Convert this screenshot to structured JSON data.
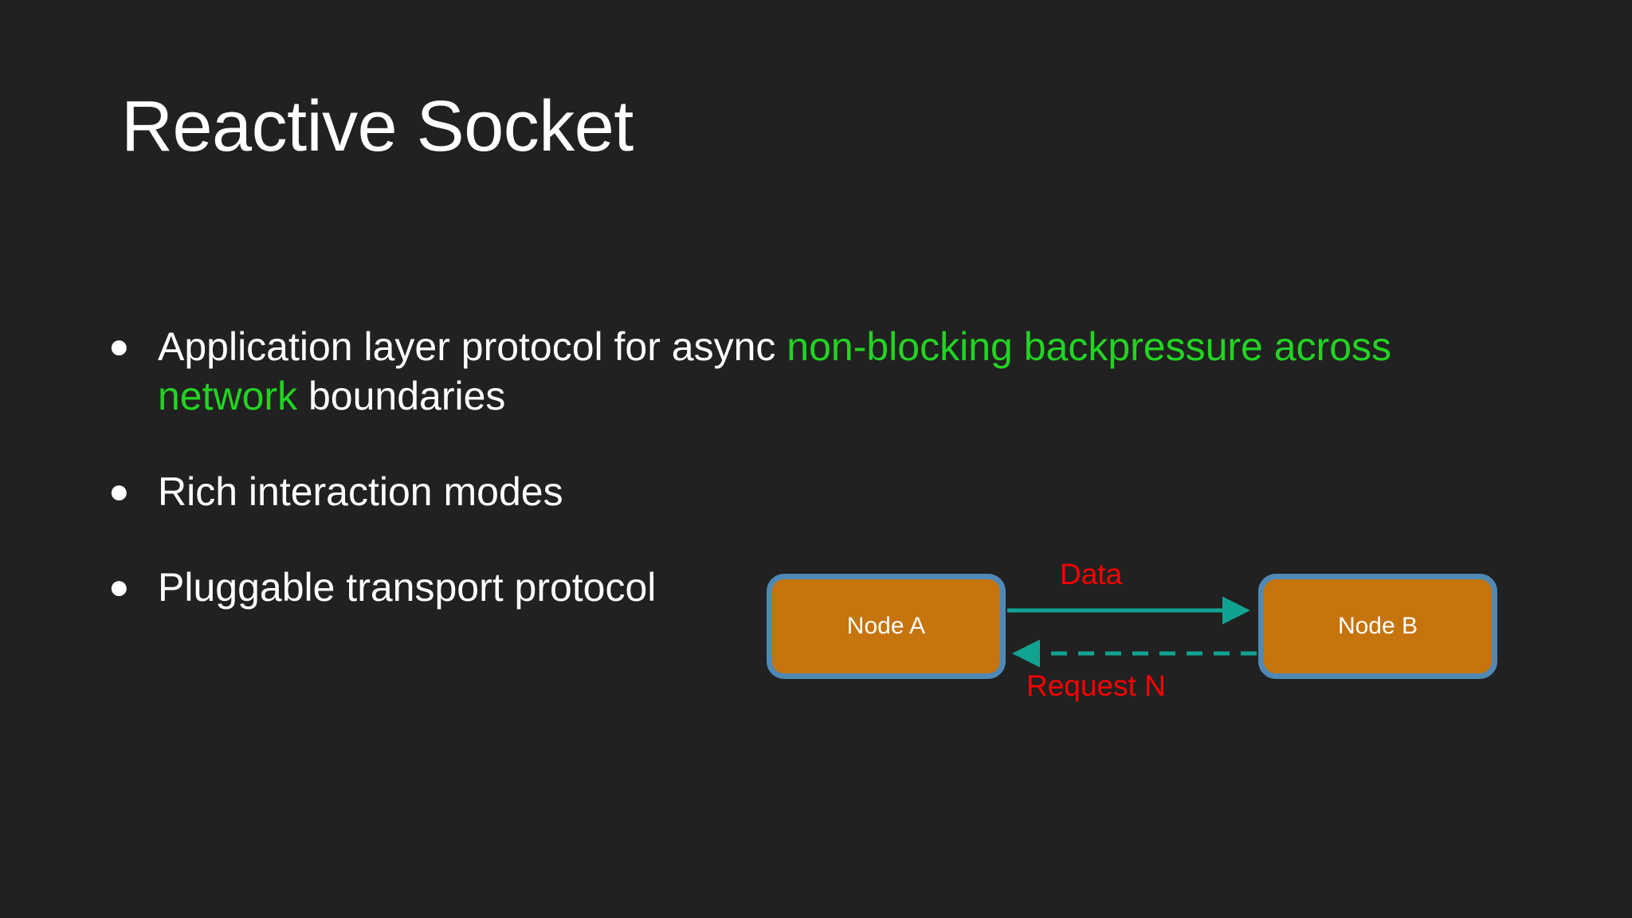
{
  "slide": {
    "title": "Reactive Socket",
    "background_color": "#212121",
    "text_color": "#ffffff",
    "highlight_color": "#22d422",
    "bullets": [
      {
        "marker": "●",
        "segments": [
          {
            "text": "Application layer protocol for async ",
            "style": "normal"
          },
          {
            "text": "non-blocking backpressure across network",
            "style": "highlight"
          },
          {
            "text": " boundaries",
            "style": "normal"
          }
        ],
        "plain": "Application layer protocol for async non-blocking backpressure across network boundaries"
      },
      {
        "marker": "●",
        "segments": [
          {
            "text": "Rich interaction modes",
            "style": "normal"
          }
        ],
        "plain": "Rich interaction modes"
      },
      {
        "marker": "●",
        "segments": [
          {
            "text": "Pluggable transport protocol",
            "style": "normal"
          }
        ],
        "plain": "Pluggable transport protocol"
      }
    ]
  },
  "diagram": {
    "node_a_label": "Node A",
    "node_b_label": "Node B",
    "node_fill_color": "#c6740e",
    "node_border_color": "#5089b6",
    "arrow_color": "#11a391",
    "label_color": "#fe0000",
    "edges": [
      {
        "label": "Data",
        "direction": "left-to-right",
        "line_style": "solid",
        "from": "Node A",
        "to": "Node B"
      },
      {
        "label": "Request N",
        "direction": "right-to-left",
        "line_style": "dashed",
        "from": "Node B",
        "to": "Node A"
      }
    ]
  }
}
